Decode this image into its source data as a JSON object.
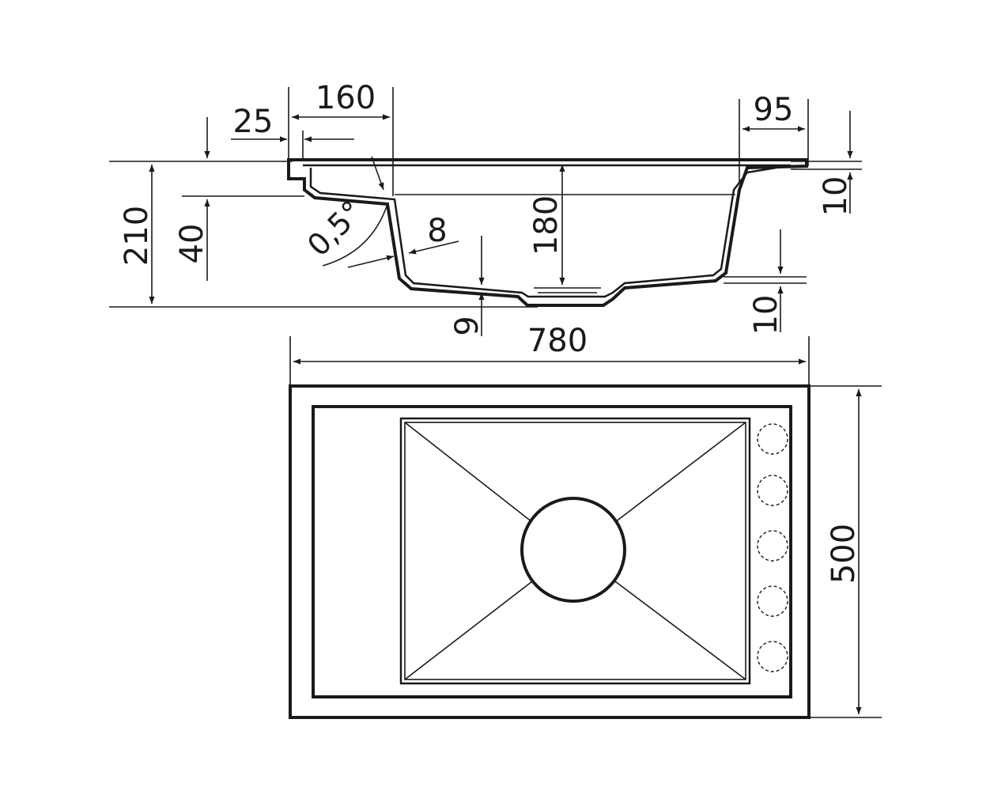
{
  "dimensions": {
    "lip_width": "25",
    "side_shelf_width": "160",
    "right_rim_width": "95",
    "total_height": "210",
    "shelf_depth": "40",
    "bowl_depth": "180",
    "wall_thickness": "8",
    "draft_angle": "0,5°",
    "bottom_offset": "9",
    "rim_thickness": "10",
    "bottom_thickness": "10",
    "overall_width": "780",
    "overall_depth": "500"
  },
  "colors": {
    "line": "#1a1a1a",
    "background": "#ffffff"
  }
}
